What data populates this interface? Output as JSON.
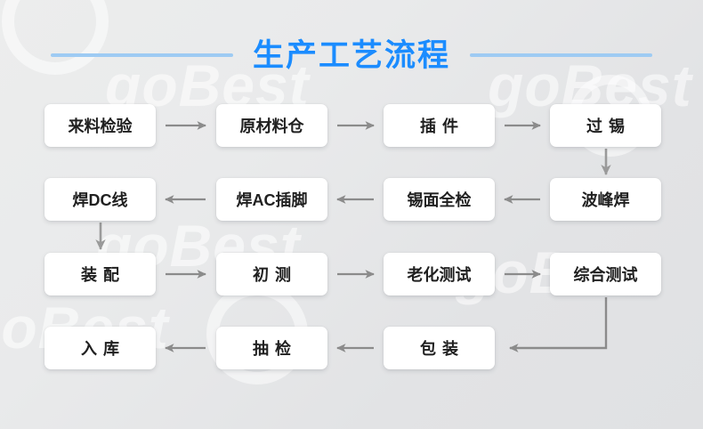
{
  "header": {
    "title": "生产工艺流程",
    "title_color": "#1b8cff",
    "rule_color": "#9ecbf3"
  },
  "canvas": {
    "background_color": "#e6e7e9",
    "node_fill": "#ffffff",
    "node_text_color": "#202020",
    "arrow_color": "#8b8b8b",
    "watermark_text": "goBest"
  },
  "flow": {
    "rows": [
      {
        "row_index": 1,
        "direction": "right",
        "nodes": [
          {
            "id": "n1",
            "label": "来料检验",
            "spaced": false
          },
          {
            "id": "n2",
            "label": "原材料仓",
            "spaced": false
          },
          {
            "id": "n3",
            "label": "插件",
            "spaced": true
          },
          {
            "id": "n4",
            "label": "过锡",
            "spaced": true
          }
        ]
      },
      {
        "row_index": 2,
        "direction": "left",
        "nodes": [
          {
            "id": "n8",
            "label": "焊DC线",
            "spaced": false
          },
          {
            "id": "n7",
            "label": "焊AC插脚",
            "spaced": false
          },
          {
            "id": "n6",
            "label": "锡面全检",
            "spaced": false
          },
          {
            "id": "n5",
            "label": "波峰焊",
            "spaced": false
          }
        ]
      },
      {
        "row_index": 3,
        "direction": "right",
        "nodes": [
          {
            "id": "n9",
            "label": "装配",
            "spaced": true
          },
          {
            "id": "n10",
            "label": "初测",
            "spaced": true
          },
          {
            "id": "n11",
            "label": "老化测试",
            "spaced": false
          },
          {
            "id": "n12",
            "label": "综合测试",
            "spaced": false
          }
        ]
      },
      {
        "row_index": 4,
        "direction": "left",
        "nodes": [
          {
            "id": "n15",
            "label": "入库",
            "spaced": true
          },
          {
            "id": "n14",
            "label": "抽检",
            "spaced": true
          },
          {
            "id": "n13",
            "label": "包装",
            "spaced": true
          }
        ]
      }
    ],
    "connectors": [
      {
        "from": "来料检验",
        "to": "原材料仓",
        "type": "horizontal-right"
      },
      {
        "from": "原材料仓",
        "to": "插件",
        "type": "horizontal-right"
      },
      {
        "from": "插件",
        "to": "过锡",
        "type": "horizontal-right"
      },
      {
        "from": "过锡",
        "to": "波峰焊",
        "type": "vertical-down"
      },
      {
        "from": "波峰焊",
        "to": "锡面全检",
        "type": "horizontal-left"
      },
      {
        "from": "锡面全检",
        "to": "焊AC插脚",
        "type": "horizontal-left"
      },
      {
        "from": "焊AC插脚",
        "to": "焊DC线",
        "type": "horizontal-left"
      },
      {
        "from": "焊DC线",
        "to": "装配",
        "type": "vertical-down"
      },
      {
        "from": "装配",
        "to": "初测",
        "type": "horizontal-right"
      },
      {
        "from": "初测",
        "to": "老化测试",
        "type": "horizontal-right"
      },
      {
        "from": "老化测试",
        "to": "综合测试",
        "type": "horizontal-right"
      },
      {
        "from": "综合测试",
        "to": "包装",
        "type": "elbow-down-left"
      },
      {
        "from": "包装",
        "to": "抽检",
        "type": "horizontal-left"
      },
      {
        "from": "抽检",
        "to": "入库",
        "type": "horizontal-left"
      }
    ]
  }
}
